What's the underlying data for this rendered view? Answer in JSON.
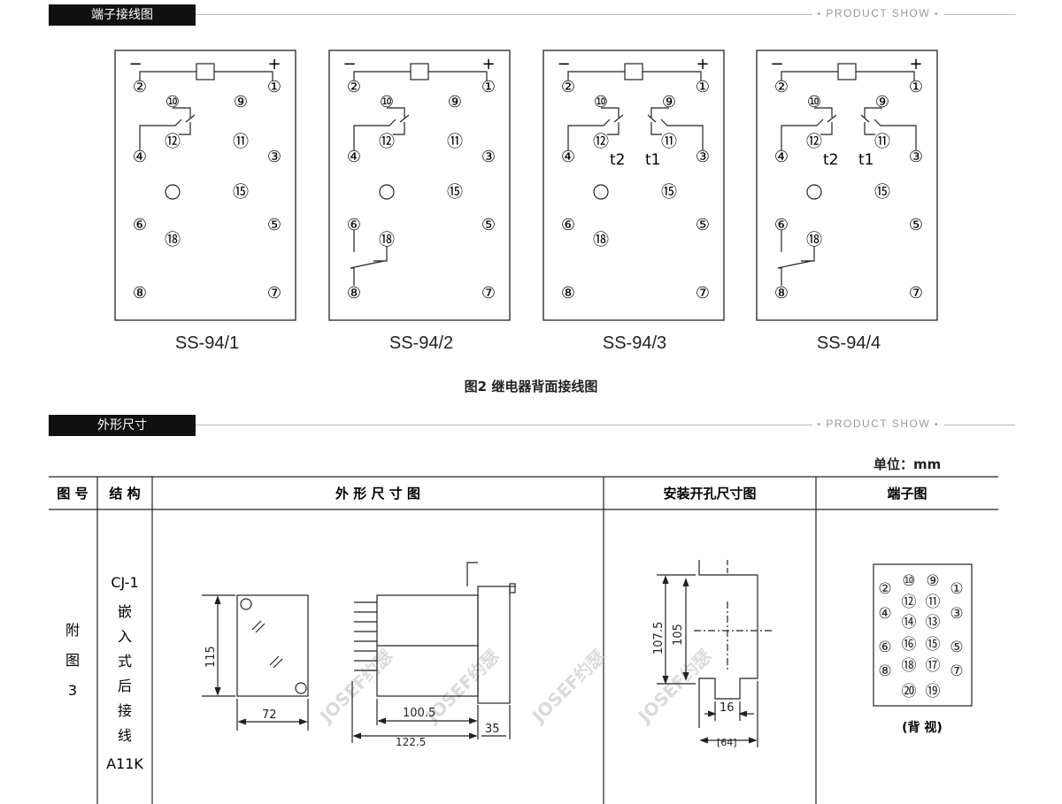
{
  "section1": {
    "title": "端子接线图",
    "tagline": "PRODUCT SHOW"
  },
  "section2": {
    "title": "外形尺寸",
    "tagline": "PRODUCT SHOW"
  },
  "figure_caption": "图2  继电器背面接线图",
  "polarity": {
    "minus": "−",
    "plus": "+"
  },
  "terminal_nums": [
    "②",
    "①",
    "⑩",
    "⑨",
    "⑫",
    "⑪",
    "④",
    "③",
    "⑮",
    "⑥",
    "⑤",
    "⑱",
    "⑧",
    "⑦"
  ],
  "timers": {
    "t2": "t2",
    "t1": "t1"
  },
  "models": [
    "SS-94/1",
    "SS-94/2",
    "SS-94/3",
    "SS-94/4"
  ],
  "unit_label": "单位：mm",
  "table": {
    "headers": [
      "图 号",
      "结 构",
      "外  形  尺  寸  图",
      "安装开孔尺寸图",
      "端子图"
    ],
    "fig_no": [
      "附",
      "图",
      "3"
    ],
    "structure": [
      "CJ-1",
      "嵌",
      "入",
      "式",
      "后",
      "接",
      "线",
      "A11K"
    ],
    "dims": {
      "height": "115",
      "width": "72",
      "depth": "100.5",
      "total": "122.5",
      "front": "35"
    },
    "cutout": {
      "h1": "107.5",
      "h2": "105",
      "w1": "16",
      "w2": "[64]"
    },
    "terminal_grid": [
      "②",
      "⑩",
      "⑨",
      "①",
      "⑫",
      "⑪",
      "④",
      "⑭",
      "⑬",
      "③",
      "⑥",
      "⑯",
      "⑮",
      "⑤",
      "⑧",
      "⑱",
      "⑰",
      "⑦",
      "⑳",
      "⑲"
    ],
    "back_view": "(背 视)"
  },
  "watermark": "JOSEF约瑟"
}
